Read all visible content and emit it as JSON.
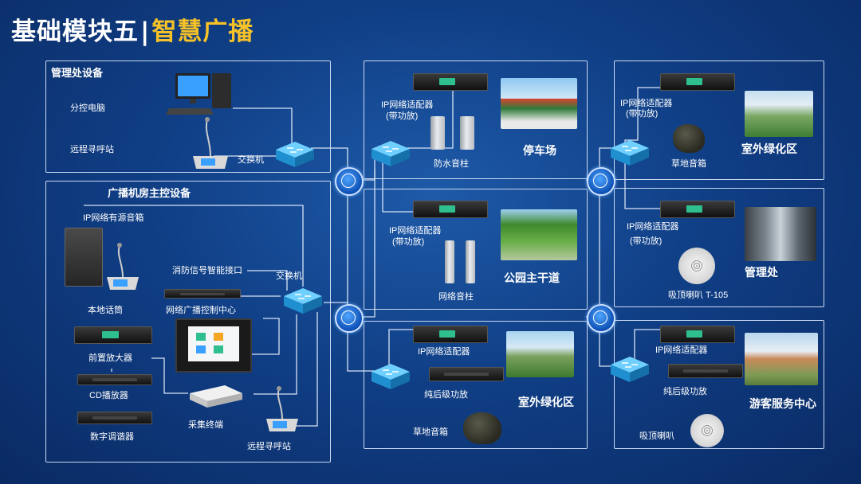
{
  "title": {
    "main": "基础模块五",
    "sep": "|",
    "highlight": "智慧广播"
  },
  "mgmt": {
    "title": "管理处设备",
    "pc": "分控电脑",
    "pager": "远程寻呼站",
    "switch": "交换机"
  },
  "main": {
    "title": "广播机房主控设备",
    "ipspk": "IP网络有源音箱",
    "fire": "消防信号智能接口",
    "switch": "交换机",
    "local_mic": "本地话筒",
    "center": "网络广播控制中心",
    "preamp": "前置放大器",
    "cd": "CD播放器",
    "tuner": "数字调谐器",
    "collector": "采集终端",
    "pager": "远程寻呼站"
  },
  "parking": {
    "adapter1": "IP网络适配器",
    "adapter2": "(带功放)",
    "speaker": "防水音柱",
    "area": "停车场"
  },
  "park": {
    "adapter1": "IP网络适配器",
    "adapter2": "(带功放)",
    "speaker": "网络音柱",
    "area": "公园主干道"
  },
  "green1": {
    "adapter": "IP网络适配器",
    "amp": "纯后级功放",
    "speaker": "草地音箱",
    "area": "室外绿化区"
  },
  "green2": {
    "adapter1": "IP网络适配器",
    "adapter2": "(带功放)",
    "speaker": "草地音箱",
    "area": "室外绿化区"
  },
  "office": {
    "adapter1": "IP网络适配器",
    "adapter2": "(带功放)",
    "speaker": "吸顶喇叭 T-105",
    "area": "管理处"
  },
  "visitor": {
    "adapter": "IP网络适配器",
    "amp": "纯后级功放",
    "speaker": "吸顶喇叭",
    "area": "游客服务中心"
  },
  "colors": {
    "accent": "#f6c228",
    "panel_border": "#c9d9f2",
    "switch": "#2aa7e6",
    "background": "#103f86"
  },
  "icons": [
    "computer-icon",
    "desk-microphone-icon",
    "network-switch-icon",
    "globe-network-icon",
    "amplifier-icon",
    "column-speaker-icon",
    "ceiling-speaker-icon",
    "lawn-speaker-icon",
    "active-speaker-icon",
    "control-center-icon",
    "collector-terminal-icon"
  ]
}
